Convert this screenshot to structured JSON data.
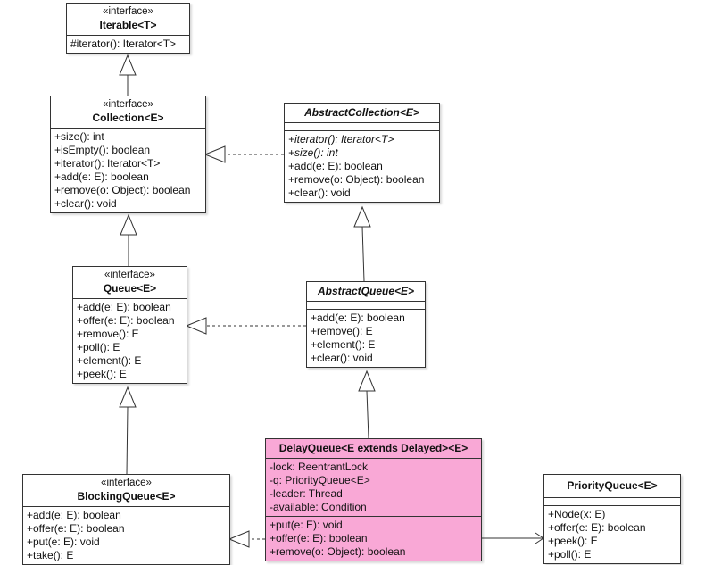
{
  "classes": {
    "iterable": {
      "stereotype": "«interface»",
      "name": "Iterable<T>",
      "methods": [
        "#iterator(): Iterator<T>"
      ]
    },
    "collection": {
      "stereotype": "«interface»",
      "name": "Collection<E>",
      "methods": [
        "+size(): int",
        "+isEmpty(): boolean",
        "+iterator(): Iterator<T>",
        "+add(e: E): boolean",
        "+remove(o: Object): boolean",
        "+clear(): void"
      ]
    },
    "abstract_collection": {
      "name": "AbstractCollection<E>",
      "methods": [
        "+iterator(): Iterator<T>",
        "+size(): int",
        "+add(e: E): boolean",
        "+remove(o: Object): boolean",
        "+clear(): void"
      ]
    },
    "queue": {
      "stereotype": "«interface»",
      "name": "Queue<E>",
      "methods": [
        "+add(e: E): boolean",
        "+offer(e: E): boolean",
        "+remove(): E",
        "+poll(): E",
        "+element(): E",
        "+peek(): E"
      ]
    },
    "abstract_queue": {
      "name": "AbstractQueue<E>",
      "methods": [
        "+add(e: E): boolean",
        "+remove(): E",
        "+element(): E",
        "+clear(): void"
      ]
    },
    "delay_queue": {
      "name": "DelayQueue<E extends Delayed><E>",
      "attributes": [
        "-lock: ReentrantLock",
        "-q: PriorityQueue<E>",
        "-leader: Thread",
        "-available: Condition"
      ],
      "methods": [
        "+put(e: E): void",
        "+offer(e: E): boolean",
        "+remove(o: Object): boolean"
      ],
      "fill": "#f9a8d6"
    },
    "blocking_queue": {
      "stereotype": "«interface»",
      "name": "BlockingQueue<E>",
      "methods": [
        "+add(e: E): boolean",
        "+offer(e: E): boolean",
        "+put(e: E): void",
        "+take(): E"
      ]
    },
    "priority_queue": {
      "name": "PriorityQueue<E>",
      "methods": [
        "+Node(x: E)",
        "+offer(e: E): boolean",
        "+peek(): E",
        "+poll(): E"
      ]
    }
  }
}
